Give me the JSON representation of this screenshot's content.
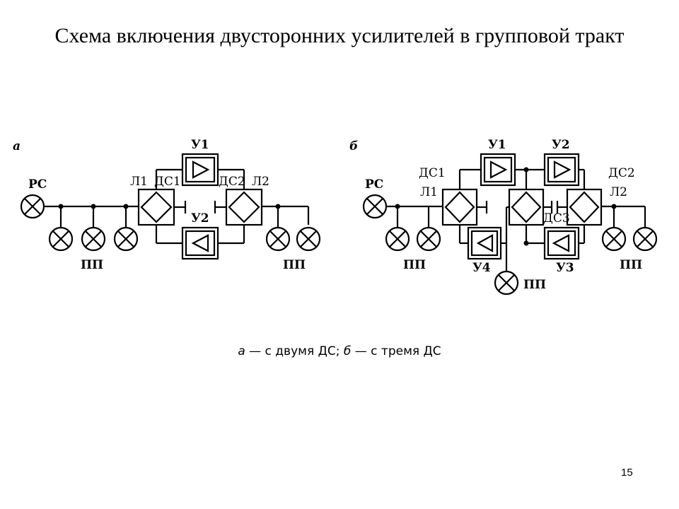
{
  "title": "Схема включения двусторонних усилителей в групповой тракт",
  "page_number": "15",
  "caption": {
    "a": "а",
    "text_a": " — с двумя ДС; ",
    "b": "б",
    "text_b": " — с тремя ДС"
  },
  "scheme_a": {
    "tag": "а",
    "labels": {
      "rs": "РС",
      "l1": "Л1",
      "ds1": "ДС1",
      "u1": "У1",
      "ds2": "ДС2",
      "l2": "Л2",
      "u2": "У2",
      "pp_left": "ПП",
      "pp_right": "ПП"
    }
  },
  "scheme_b": {
    "tag": "б",
    "labels": {
      "rs": "РС",
      "ds1": "ДС1",
      "l1": "Л1",
      "u1": "У1",
      "u2": "У2",
      "ds2": "ДС2",
      "l2": "Л2",
      "ds3": "ДС3",
      "u4": "У4",
      "u3": "У3",
      "pp_left": "ПП",
      "pp_right": "ПП",
      "pp_bottom": "ПП"
    }
  }
}
